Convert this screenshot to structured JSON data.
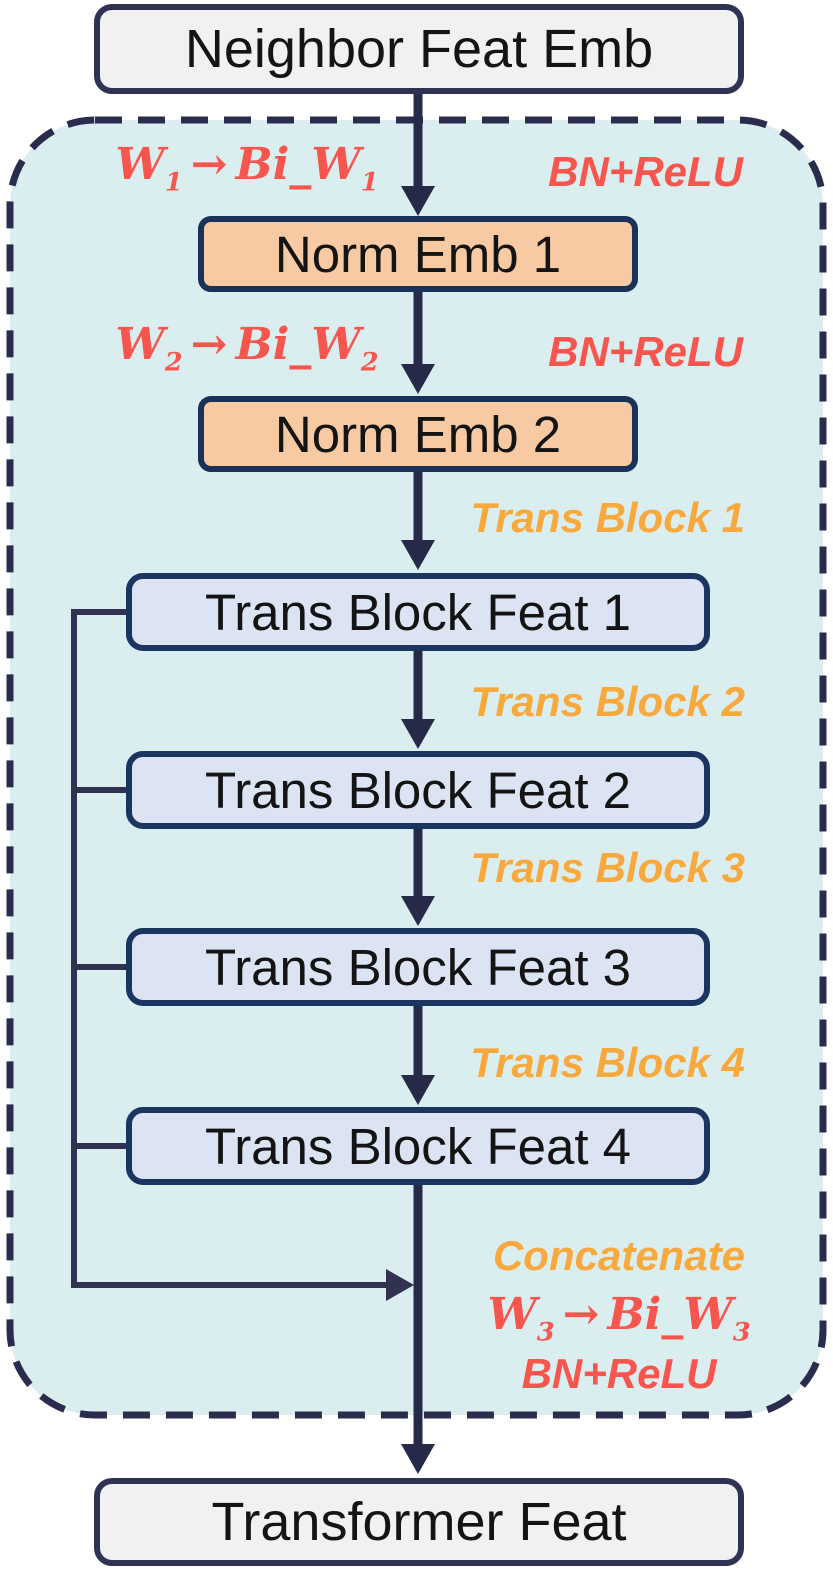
{
  "diagram": {
    "title_box": "Neighbor Feat Emb",
    "output_box": "Transformer Feat",
    "norm_boxes": [
      "Norm Emb 1",
      "Norm Emb 2"
    ],
    "feat_boxes": [
      "Trans Block Feat 1",
      "Trans Block Feat 2",
      "Trans Block Feat 3",
      "Trans Block Feat 4"
    ],
    "weight_labels": [
      {
        "base": "W",
        "sub": "1",
        "arrow": "→",
        "base2": "Bi_W",
        "sub2": "1"
      },
      {
        "base": "W",
        "sub": "2",
        "arrow": "→",
        "base2": "Bi_W",
        "sub2": "2"
      },
      {
        "base": "W",
        "sub": "3",
        "arrow": "→",
        "base2": "Bi_W",
        "sub2": "3"
      }
    ],
    "bn_relu_labels": [
      "BN+ReLU",
      "BN+ReLU",
      "BN+ReLU"
    ],
    "edge_labels": [
      "Trans Block 1",
      "Trans Block 2",
      "Trans Block 3",
      "Trans Block 4"
    ],
    "concatenate_label": "Concatenate",
    "colors": {
      "container_fill": "#daeef0",
      "outline_navy": "#2a2c4e",
      "arrow_navy": "#262947",
      "skip_line_navy": "#31324f",
      "norm_fill": "#f8caa4",
      "feat_fill": "#dce4f4",
      "io_fill": "#f1f1f2",
      "io_border": "#303254",
      "block_border_blue": "#1a3560",
      "red_accent": "#f7564e",
      "orange_accent": "#f8a93e"
    }
  }
}
